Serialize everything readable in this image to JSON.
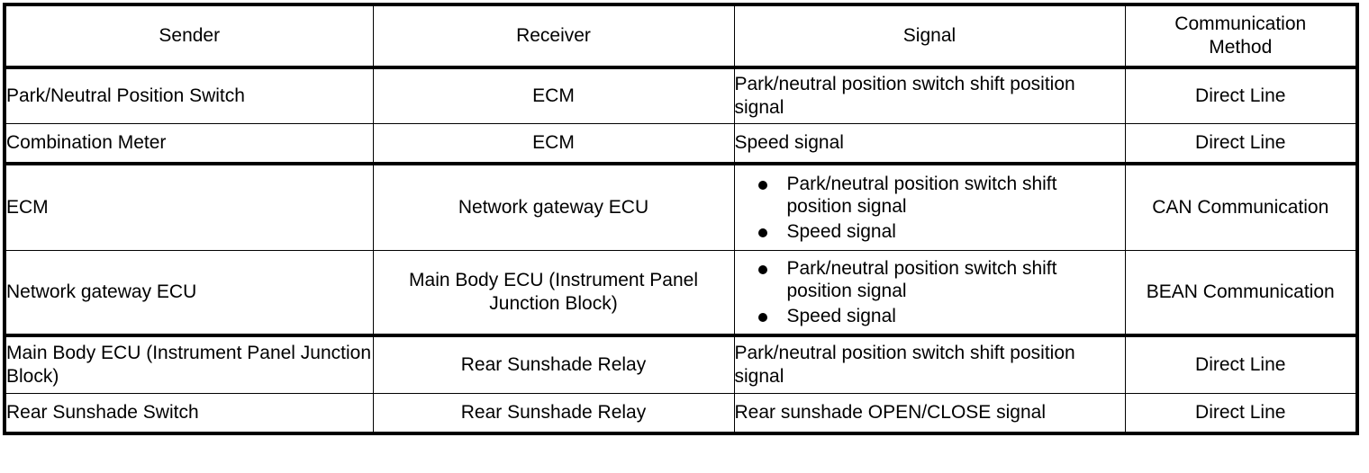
{
  "table": {
    "headers": [
      {
        "label": "Sender"
      },
      {
        "label": "Receiver"
      },
      {
        "label": "Signal"
      },
      {
        "label": "Communication\nMethod",
        "line1": "Communication",
        "line2": "Method"
      }
    ],
    "rows": [
      {
        "sender": "Park/Neutral Position Switch",
        "receiver": "ECM",
        "signal_text": "Park/neutral position switch shift position signal",
        "signal_bullets": [],
        "method": "Direct Line"
      },
      {
        "sender": "Combination Meter",
        "receiver": "ECM",
        "signal_text": "Speed signal",
        "signal_bullets": [],
        "method": "Direct Line"
      },
      {
        "sender": "ECM",
        "receiver": "Network gateway ECU",
        "signal_text": "",
        "signal_bullets": [
          "Park/neutral position switch shift position signal",
          "Speed signal"
        ],
        "method": "CAN Communication"
      },
      {
        "sender": "Network gateway ECU",
        "receiver": "Main Body ECU (Instrument Panel Junction Block)",
        "signal_text": "",
        "signal_bullets": [
          "Park/neutral position switch shift position signal",
          "Speed signal"
        ],
        "method": "BEAN Communication"
      },
      {
        "sender": "Main Body ECU (Instrument Panel Junction Block)",
        "receiver": "Rear Sunshade Relay",
        "signal_text": "Park/neutral position switch shift position signal",
        "signal_bullets": [],
        "method": "Direct Line"
      },
      {
        "sender": "Rear Sunshade Switch",
        "receiver": "Rear Sunshade Relay",
        "signal_text": "Rear sunshade OPEN/CLOSE signal",
        "signal_bullets": [],
        "method": "Direct Line"
      }
    ]
  },
  "colors": {
    "border": "#000000",
    "text": "#000000",
    "background": "#ffffff"
  }
}
